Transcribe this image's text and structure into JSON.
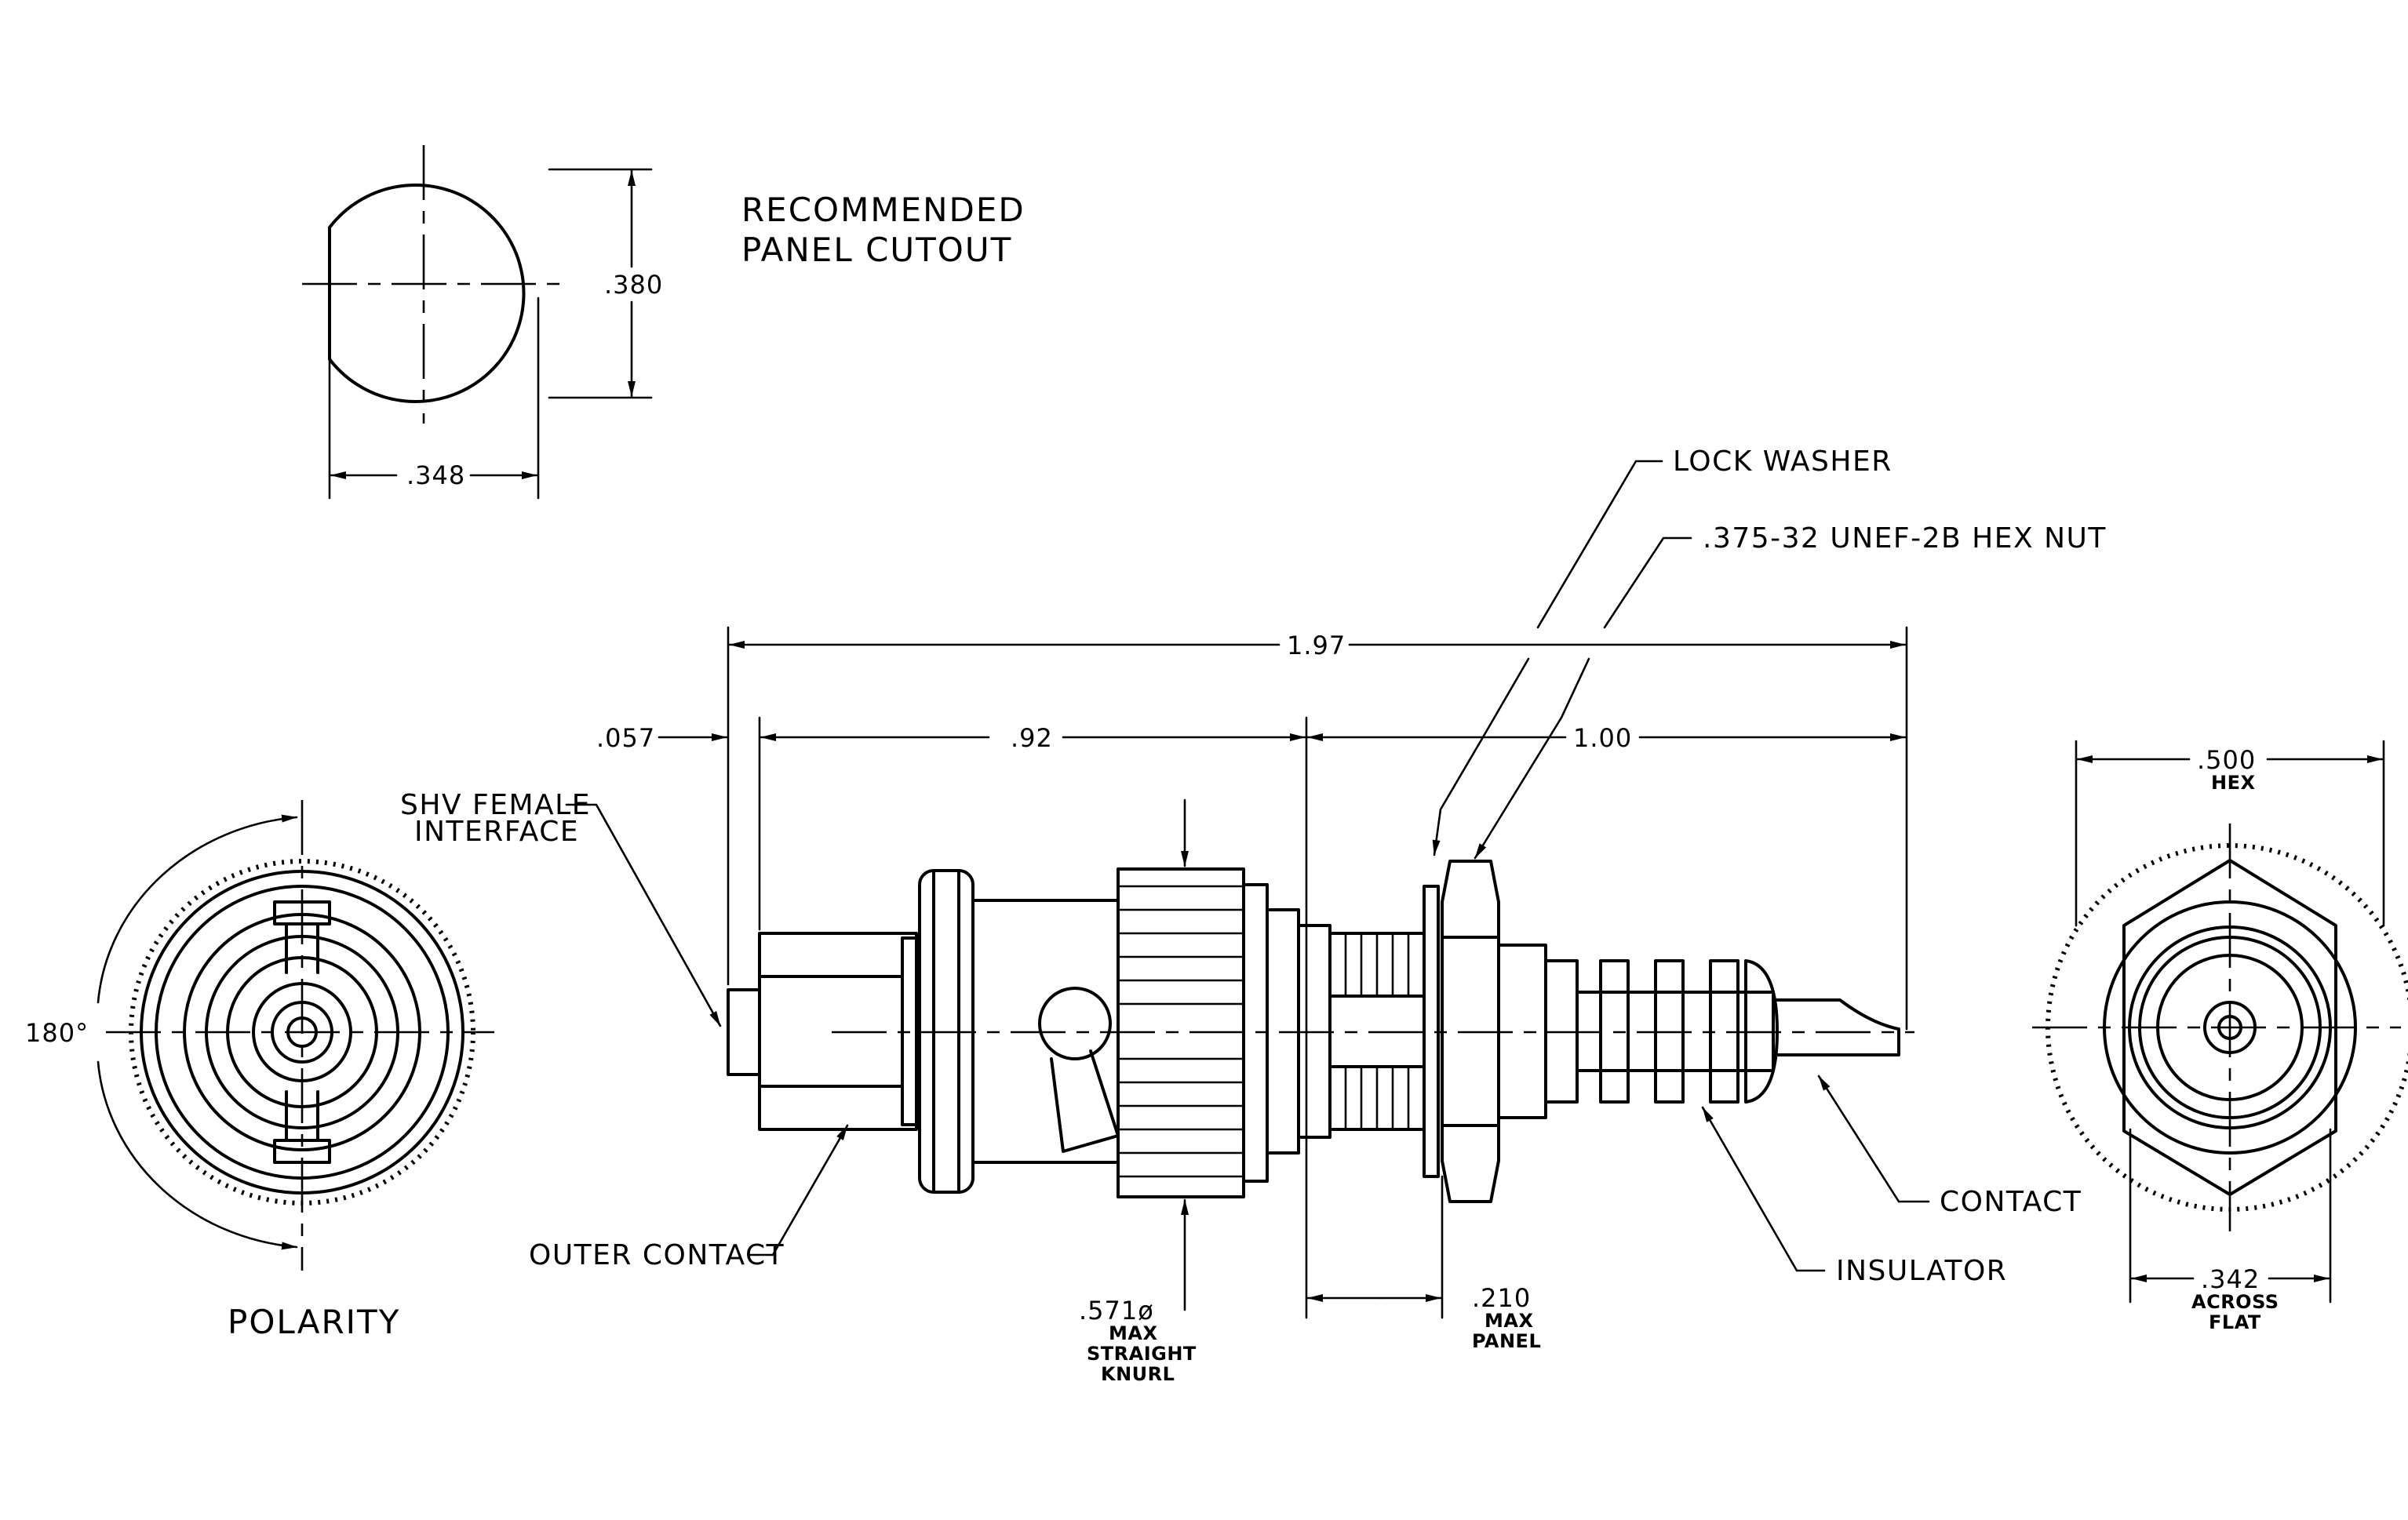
{
  "cutout": {
    "title_line1": "RECOMMENDED",
    "title_line2": "PANEL CUTOUT",
    "dim_height": ".380",
    "dim_width": ".348"
  },
  "polarity": {
    "label": "POLARITY",
    "angle": "180°"
  },
  "side": {
    "overall_length": "1.97",
    "dim_057": ".057",
    "dim_092": ".92",
    "dim_100": "1.00",
    "shv_line1": "SHV FEMALE",
    "shv_line2": "INTERFACE",
    "outer_contact": "OUTER CONTACT",
    "lock_washer": "LOCK WASHER",
    "hex_nut": ".375-32 UNEF-2B HEX NUT",
    "knurl_dim": ".571ø",
    "knurl_l1": "MAX",
    "knurl_l2": "STRAIGHT",
    "knurl_l3": "KNURL",
    "panel_dim": ".210",
    "panel_l1": "MAX",
    "panel_l2": "PANEL",
    "insulator": "INSULATOR",
    "contact": "CONTACT"
  },
  "rear": {
    "hex_dim": ".500",
    "hex_label": "HEX",
    "flat_dim": ".342",
    "flat_l1": "ACROSS",
    "flat_l2": "FLAT"
  }
}
